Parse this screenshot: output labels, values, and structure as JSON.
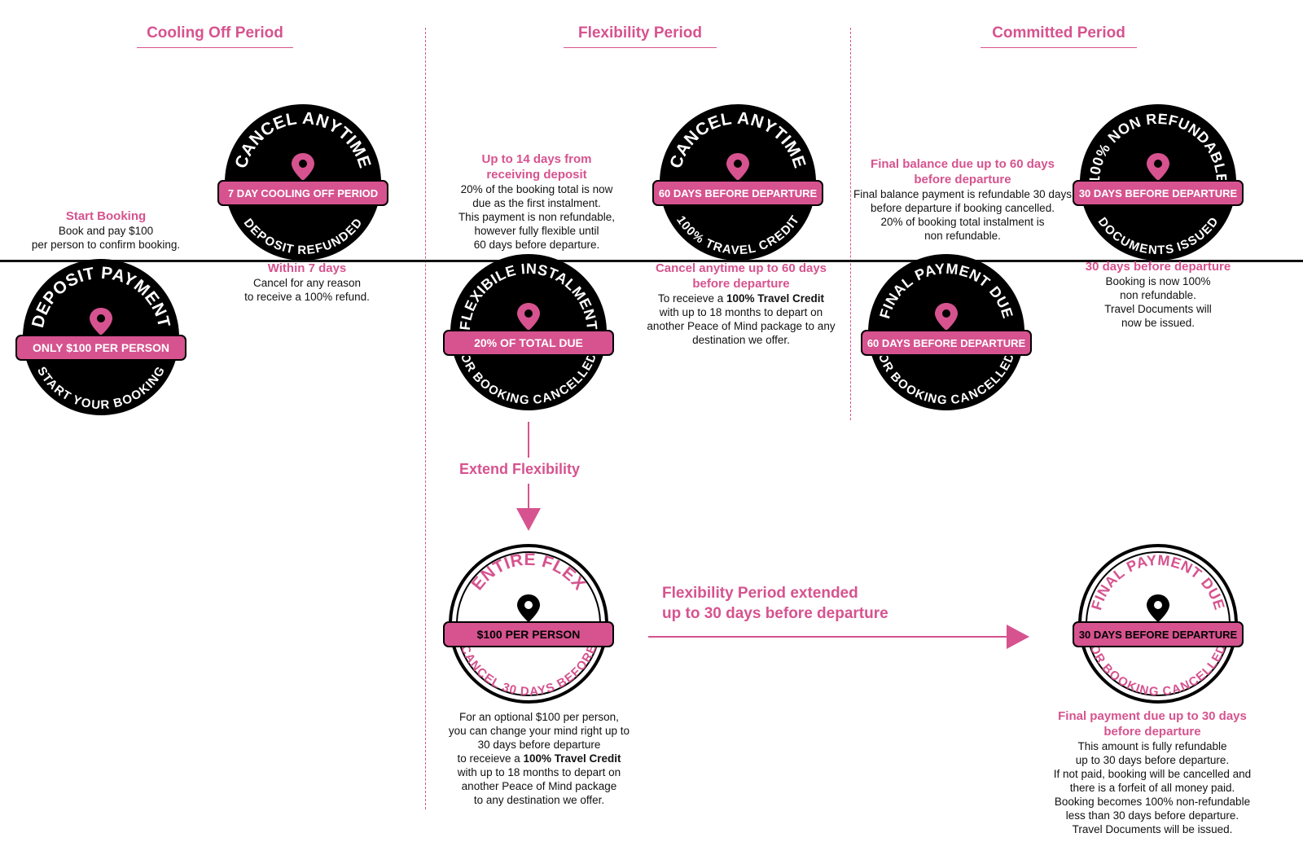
{
  "periods": [
    {
      "label": "Cooling Off Period"
    },
    {
      "label": "Flexibility Period"
    },
    {
      "label": "Committed Period"
    }
  ],
  "badges": {
    "deposit": {
      "top": "DEPOSIT PAYMENT",
      "band": "ONLY $100 PER PERSON",
      "bottom": "START YOUR BOOKING"
    },
    "cancel7": {
      "top": "CANCEL ANYTIME",
      "band": "7 DAY COOLING OFF PERIOD",
      "bottom": "DEPOSIT REFUNDED"
    },
    "instalment": {
      "top": "FLEXIBILE INSTALMENT",
      "band": "20% OF TOTAL DUE",
      "bottom": "OR BOOKING CANCELLED"
    },
    "cancel60": {
      "top": "CANCEL ANYTIME",
      "band": "60 DAYS BEFORE DEPARTURE",
      "bottom": "100% TRAVEL CREDIT"
    },
    "final60": {
      "top": "FINAL PAYMENT DUE",
      "band": "60 DAYS BEFORE DEPARTURE",
      "bottom": "OR BOOKING CANCELLED"
    },
    "nonref": {
      "top": "100% NON REFUNDABLE",
      "band": "30 DAYS BEFORE DEPARTURE",
      "bottom": "DOCUMENTS ISSUED"
    },
    "entireflex": {
      "top": "ENTIRE FLEX",
      "band": "$100 PER PERSON",
      "bottom": "CANCEL 30 DAYS BEFORE"
    },
    "final30": {
      "top": "FINAL PAYMENT DUE",
      "band": "30 DAYS BEFORE DEPARTURE",
      "bottom": "OR BOOKING CANCELLED"
    }
  },
  "texts": {
    "start_booking": {
      "title": "Start Booking",
      "body": "Book and pay $100\nper person to confirm booking."
    },
    "within7": {
      "title": "Within 7 days",
      "body": "Cancel for any reason\nto receive a 100% refund."
    },
    "up14": {
      "title": "Up to 14 days from\nreceiving deposit",
      "body": "20% of the booking total is now\ndue as the first instalment.\nThis payment is non refundable,\nhowever fully flexible until\n60 days before departure."
    },
    "cancel60": {
      "title": "Cancel anytime up to 60 days\nbefore departure",
      "body_pre": "To receieve a ",
      "bold": "100% Travel Credit",
      "body_post": "\nwith up to 18 months to depart on\nanother Peace of Mind package to any\ndestination we offer."
    },
    "final_balance": {
      "title": "Final balance due up to 60 days\nbefore departure",
      "body": "Final balance payment is refundable 30 days\nbefore departure if booking cancelled.\n20% of booking total instalment is\nnon refundable."
    },
    "days30": {
      "title": "30 days before departure",
      "body": "Booking is now 100%\nnon refundable.\nTravel Documents will\nnow be issued."
    },
    "extend": {
      "label": "Extend Flexibility"
    },
    "entireflex": {
      "body_pre": "For an optional $100 per person,\nyou can change your mind right up to\n30 days before departure\nto receieve a ",
      "bold": "100% Travel Credit",
      "body_post": "\nwith up to 18 months to depart on\nanother Peace of Mind package\nto any destination we offer."
    },
    "flex_extended": {
      "line1": "Flexibility Period extended",
      "line2": "up to 30 days before departure"
    },
    "final30": {
      "title": "Final payment due up to 30 days\nbefore departure",
      "body": "This amount is fully refundable\nup to 30 days before departure.\nIf not paid, booking will be cancelled and\nthere is a forfeit of all money paid.\nBooking becomes 100% non-refundable\nless than 30 days before departure.\nTravel Documents will be issued."
    }
  },
  "colors": {
    "accent": "#d6538f",
    "badge_dark": "#000000",
    "badge_light": "#ffffff"
  },
  "icons": {
    "pin": "map-pin-icon"
  }
}
